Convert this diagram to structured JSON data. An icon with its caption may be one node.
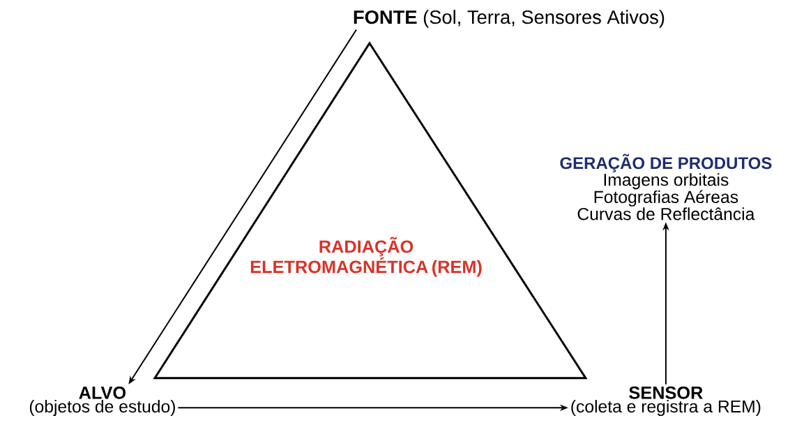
{
  "diagram": {
    "nodes": [
      {
        "text": [
          "**FONTE** (Sol, Terra, Sensores Ativos)"
        ]
      },
      {
        "text": [
          "ALVO",
          "(objetos de estudo)"
        ]
      },
      {
        "text": [
          "SENSOR",
          "(coleta e registra a REM)"
        ]
      },
      {
        "text": [
          "GERAÇÃO DE PRODUTOS",
          "Imagens orbitais",
          "Fotografias Aéreas",
          "Curvas de Reflectância"
        ]
      },
      {
        "text": [
          "RADIAÇÃO ELETROMAGNÉTICA (REM)"
        ]
      }
    ],
    "edges": [
      {
        "from": 0,
        "to": 1,
        "arrow": "to"
      },
      {
        "from": 1,
        "to": 2,
        "arrow": "to"
      },
      {
        "from": 2,
        "to": 3,
        "arrow": "to"
      }
    ]
  }
}
